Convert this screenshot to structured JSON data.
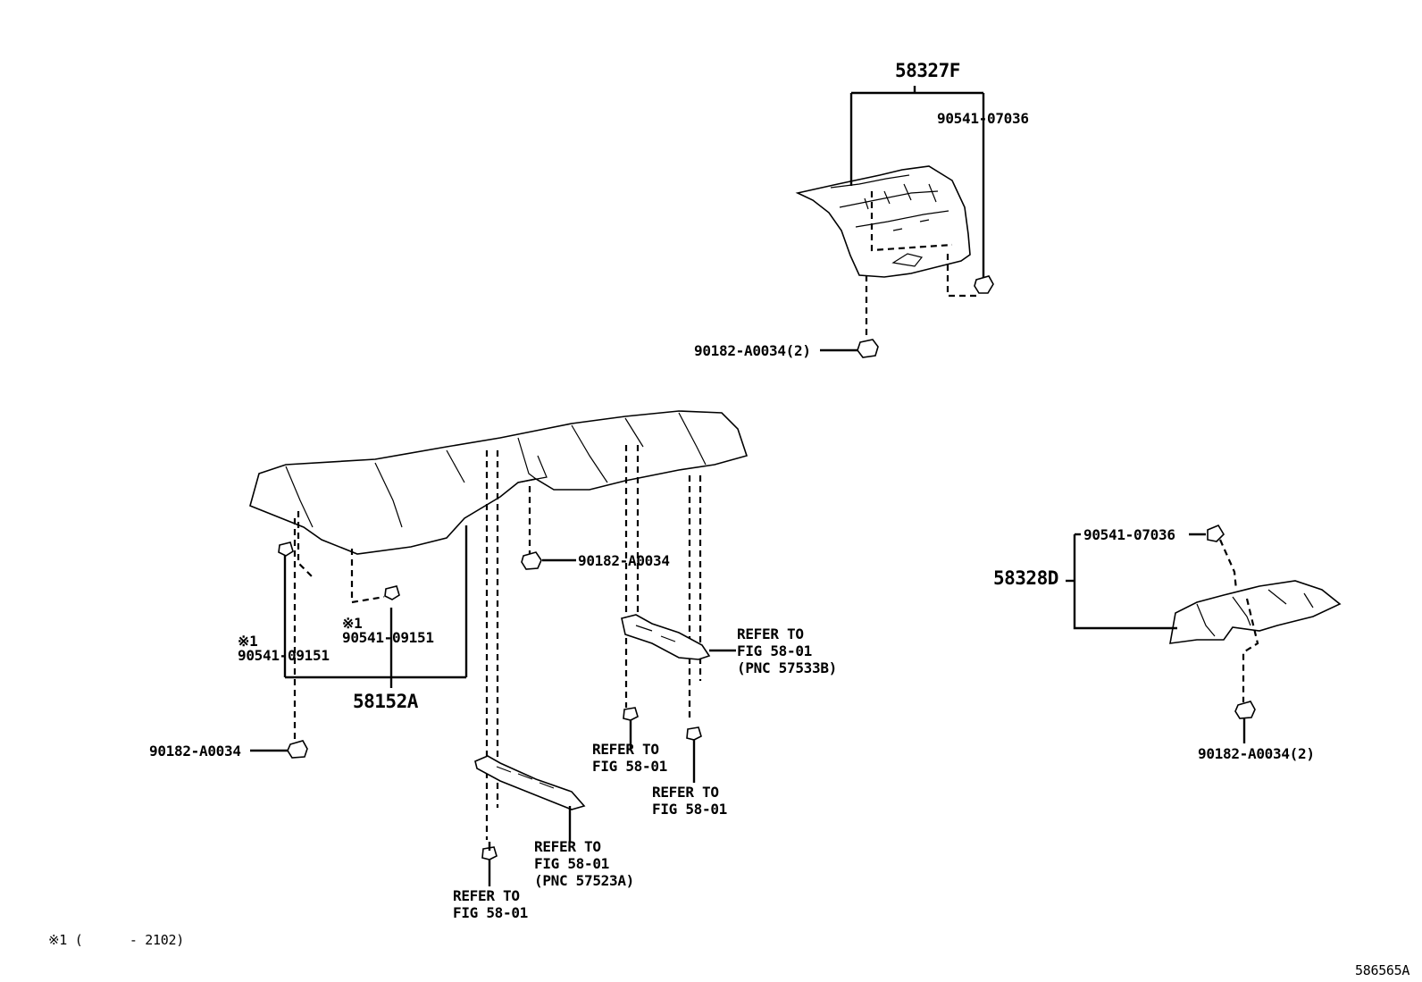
{
  "parts": {
    "p58327F": "58327F",
    "p58152A": "58152A",
    "p58328D": "58328D"
  },
  "labels": {
    "top_clip": "90541-07036",
    "top_nut": "90182-A0034(2)",
    "mid_nut": "90182-A0034",
    "left_nut": "90182-A0034",
    "mark_a": "※1",
    "clip_a": "90541-09151",
    "mark_b": "※1",
    "clip_b": "90541-09151",
    "right_clip": "90541-07036",
    "right_nut": "90182-A0034(2)"
  },
  "refs": {
    "r1_l1": "REFER TO",
    "r1_l2": "FIG 58-01",
    "r1_l3": "(PNC 57533B)",
    "r2_l1": "REFER TO",
    "r2_l2": "FIG 58-01",
    "r3_l1": "REFER TO",
    "r3_l2": "FIG 58-01",
    "r4_l1": "REFER TO",
    "r4_l2": "FIG 58-01",
    "r4_l3": "(PNC 57523A)",
    "r5_l1": "REFER TO",
    "r5_l2": "FIG 58-01"
  },
  "footnote": "※1 (      - 2102)",
  "diagram_id": "586565A"
}
